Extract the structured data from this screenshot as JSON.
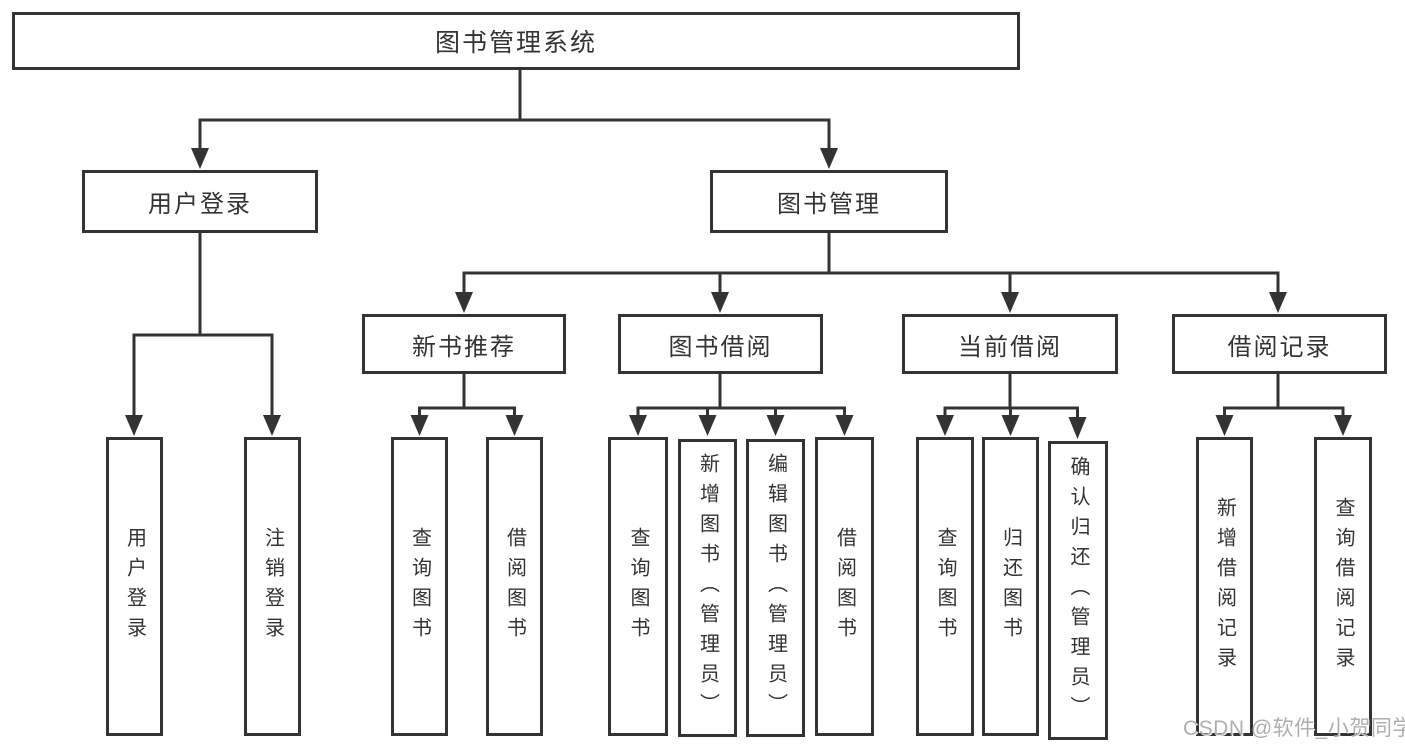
{
  "colors": {
    "line": "#333333",
    "box_border": "#333333",
    "box_background": "#ffffff",
    "text": "#333333",
    "watermark_text": "#aeaeae"
  },
  "tree": {
    "root": {
      "label": "图书管理系统",
      "children": [
        {
          "label": "用户登录",
          "children": [
            {
              "label": "用户登录"
            },
            {
              "label": "注销登录"
            }
          ]
        },
        {
          "label": "图书管理",
          "children": [
            {
              "label": "新书推荐",
              "children": [
                {
                  "label": "查询图书"
                },
                {
                  "label": "借阅图书"
                }
              ]
            },
            {
              "label": "图书借阅",
              "children": [
                {
                  "label": "查询图书"
                },
                {
                  "label": "新增图书（管理员）"
                },
                {
                  "label": "编辑图书（管理员）"
                },
                {
                  "label": "借阅图书"
                }
              ]
            },
            {
              "label": "当前借阅",
              "children": [
                {
                  "label": "查询图书"
                },
                {
                  "label": "归还图书"
                },
                {
                  "label": "确认归还（管理员）"
                }
              ]
            },
            {
              "label": "借阅记录",
              "children": [
                {
                  "label": "新增借阅记录"
                },
                {
                  "label": "查询借阅记录"
                }
              ]
            }
          ]
        }
      ]
    }
  },
  "watermark": {
    "text": "CSDN @软件_小贺同学"
  }
}
